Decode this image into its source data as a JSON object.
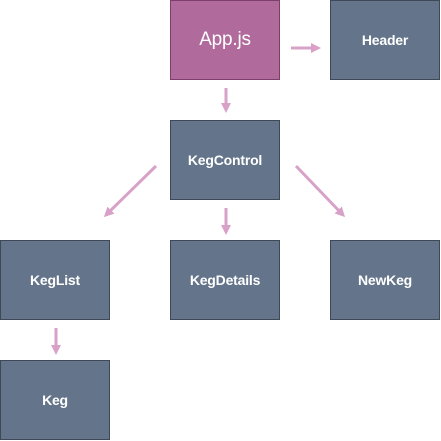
{
  "colors": {
    "root_fill": "#b06a9c",
    "node_fill": "#64748a",
    "arrow": "#d8a2c8",
    "text": "#ffffff"
  },
  "nodes": {
    "app": "App.js",
    "header": "Header",
    "kegcontrol": "KegControl",
    "keglist": "KegList",
    "kegdetails": "KegDetails",
    "newkeg": "NewKeg",
    "keg": "Keg"
  },
  "edges": [
    {
      "from": "app",
      "to": "header"
    },
    {
      "from": "app",
      "to": "kegcontrol"
    },
    {
      "from": "kegcontrol",
      "to": "keglist"
    },
    {
      "from": "kegcontrol",
      "to": "kegdetails"
    },
    {
      "from": "kegcontrol",
      "to": "newkeg"
    },
    {
      "from": "keglist",
      "to": "keg"
    }
  ]
}
